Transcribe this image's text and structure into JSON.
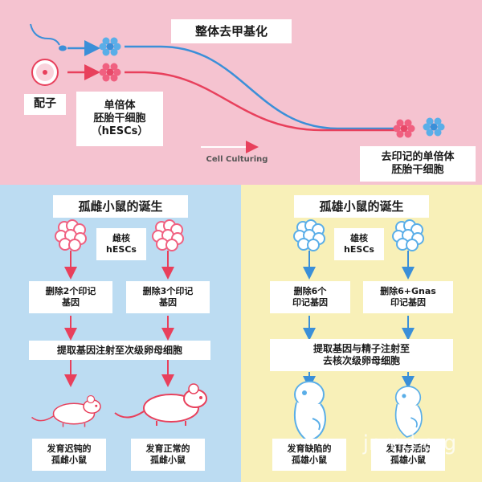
{
  "colors": {
    "top_bg": "#f5c3d0",
    "left_bg": "#bcdcf2",
    "right_bg": "#f8f0b8",
    "red": "#e8405c",
    "blue": "#3b8fd8",
    "pink_cell": "#f06080",
    "blue_cell": "#5aaee8"
  },
  "top": {
    "demethylation": "整体去甲基化",
    "gamete": "配子",
    "haploid_line1": "单倍体",
    "haploid_line2": "胚胎干细胞",
    "haploid_line3": "（hESCs）",
    "culturing": "Cell Culturing",
    "result_line1": "去印记的单倍体",
    "result_line2": "胚胎干细胞"
  },
  "left": {
    "title": "孤雌小鼠的诞生",
    "nucleus_line1": "雌核",
    "nucleus_line2": "hESCs",
    "delete_a_line1": "删除2个印记",
    "delete_a_line2": "基因",
    "delete_b_line1": "删除3个印记",
    "delete_b_line2": "基因",
    "inject": "提取基因注射至次级卵母细胞",
    "result_a_line1": "发育迟钝的",
    "result_a_line2": "孤雌小鼠",
    "result_b_line1": "发育正常的",
    "result_b_line2": "孤雌小鼠"
  },
  "right": {
    "title": "孤雄小鼠的诞生",
    "nucleus_line1": "雄核",
    "nucleus_line2": "hESCs",
    "delete_a_line1": "删除6个",
    "delete_a_line2": "印记基因",
    "delete_b_line1": "删除6+Gnas",
    "delete_b_line2": "印记基因",
    "inject_line1": "提取基因与精子注射至",
    "inject_line2": "去核次级卵母细胞",
    "result_a_line1": "发育缺陷的",
    "result_a_line2": "孤雄小鼠",
    "result_b_line1": "发育存活的",
    "result_b_line2": "孤雄小鼠"
  },
  "watermark": "jnmd.org"
}
